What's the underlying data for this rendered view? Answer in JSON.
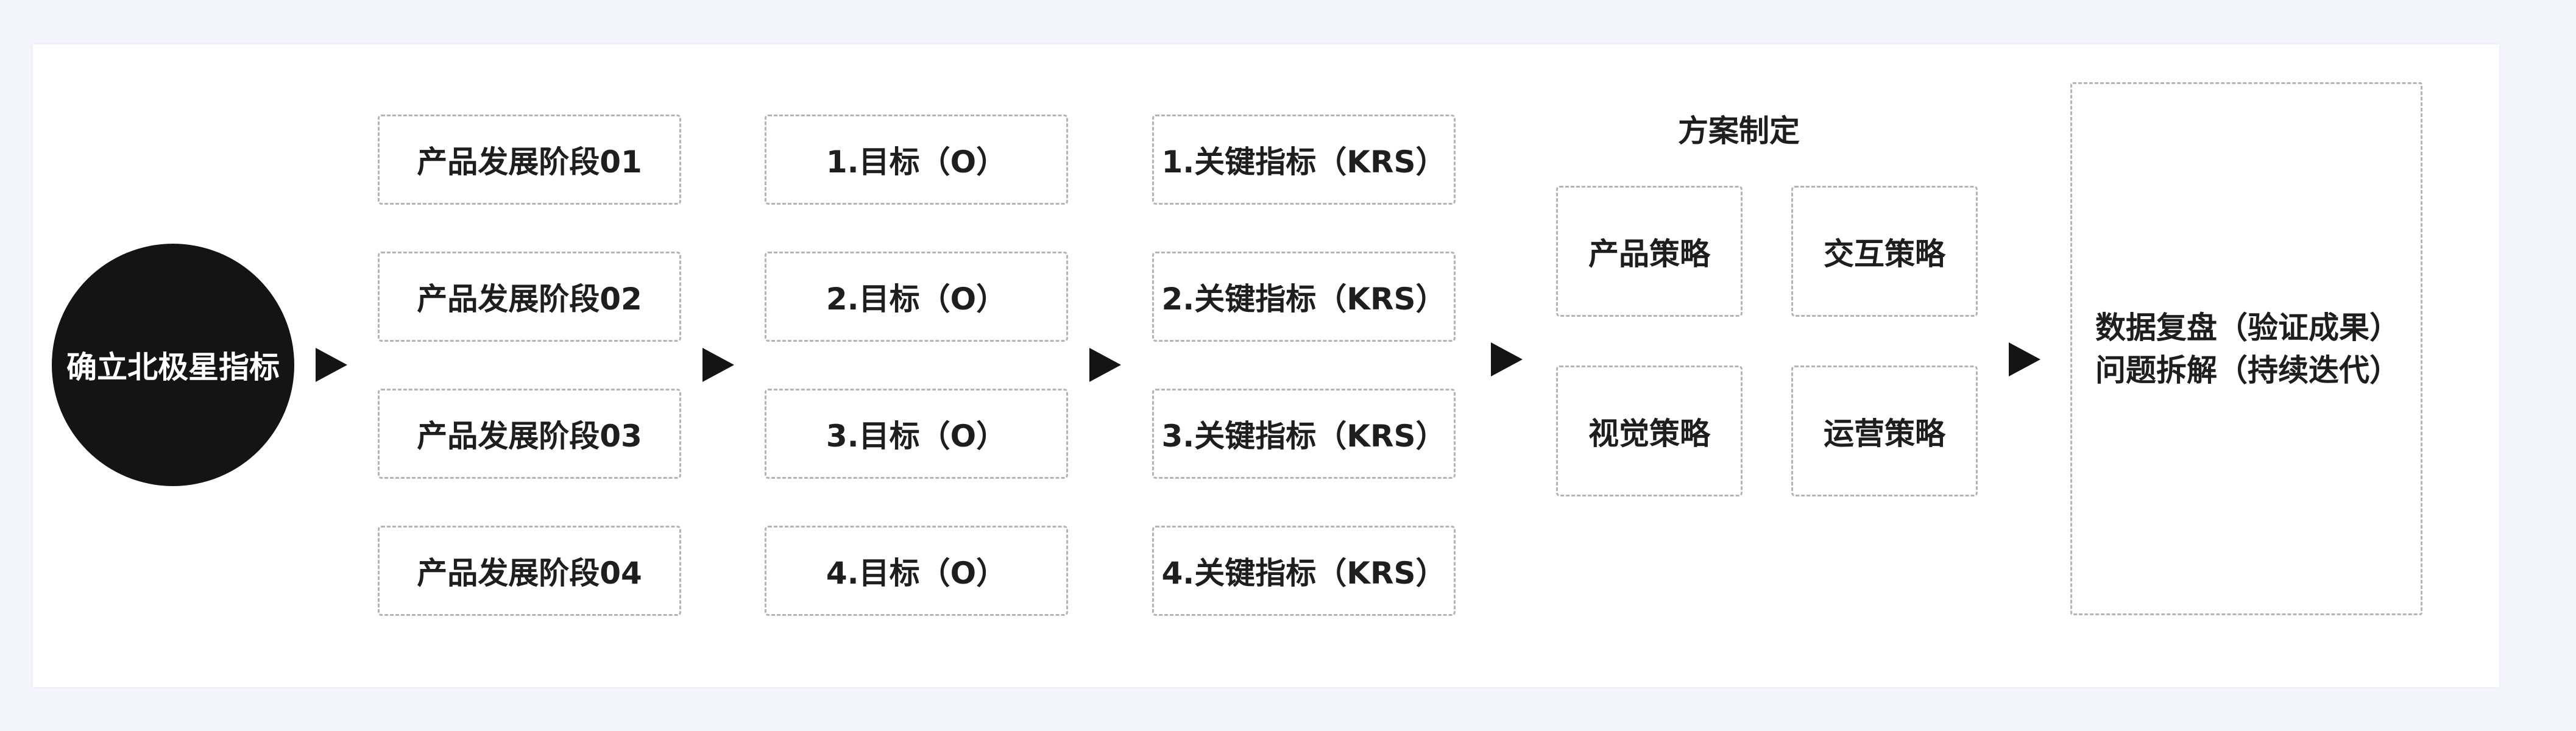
{
  "start": {
    "label": "确立北极星指标"
  },
  "stages": [
    {
      "label": "产品发展阶段01"
    },
    {
      "label": "产品发展阶段02"
    },
    {
      "label": "产品发展阶段03"
    },
    {
      "label": "产品发展阶段04"
    }
  ],
  "objectives": [
    {
      "label": "1.目标（O）"
    },
    {
      "label": "2.目标（O）"
    },
    {
      "label": "3.目标（O）"
    },
    {
      "label": "4.目标（O）"
    }
  ],
  "key_results": [
    {
      "label": "1.关键指标（KRS）"
    },
    {
      "label": "2.关键指标（KRS）"
    },
    {
      "label": "3.关键指标（KRS）"
    },
    {
      "label": "4.关键指标（KRS）"
    }
  ],
  "plan": {
    "title": "方案制定",
    "strategies": [
      {
        "label": "产品策略"
      },
      {
        "label": "交互策略"
      },
      {
        "label": "视觉策略"
      },
      {
        "label": "运营策略"
      }
    ]
  },
  "outcome": {
    "lines": [
      "数据复盘（验证成果）",
      "问题拆解（持续迭代）"
    ]
  },
  "colors": {
    "background": "#f4f5fc",
    "card": "#ffffff",
    "dark": "#141414",
    "dashed_border": "#b4b4b4",
    "text": "#1e1e1e"
  }
}
